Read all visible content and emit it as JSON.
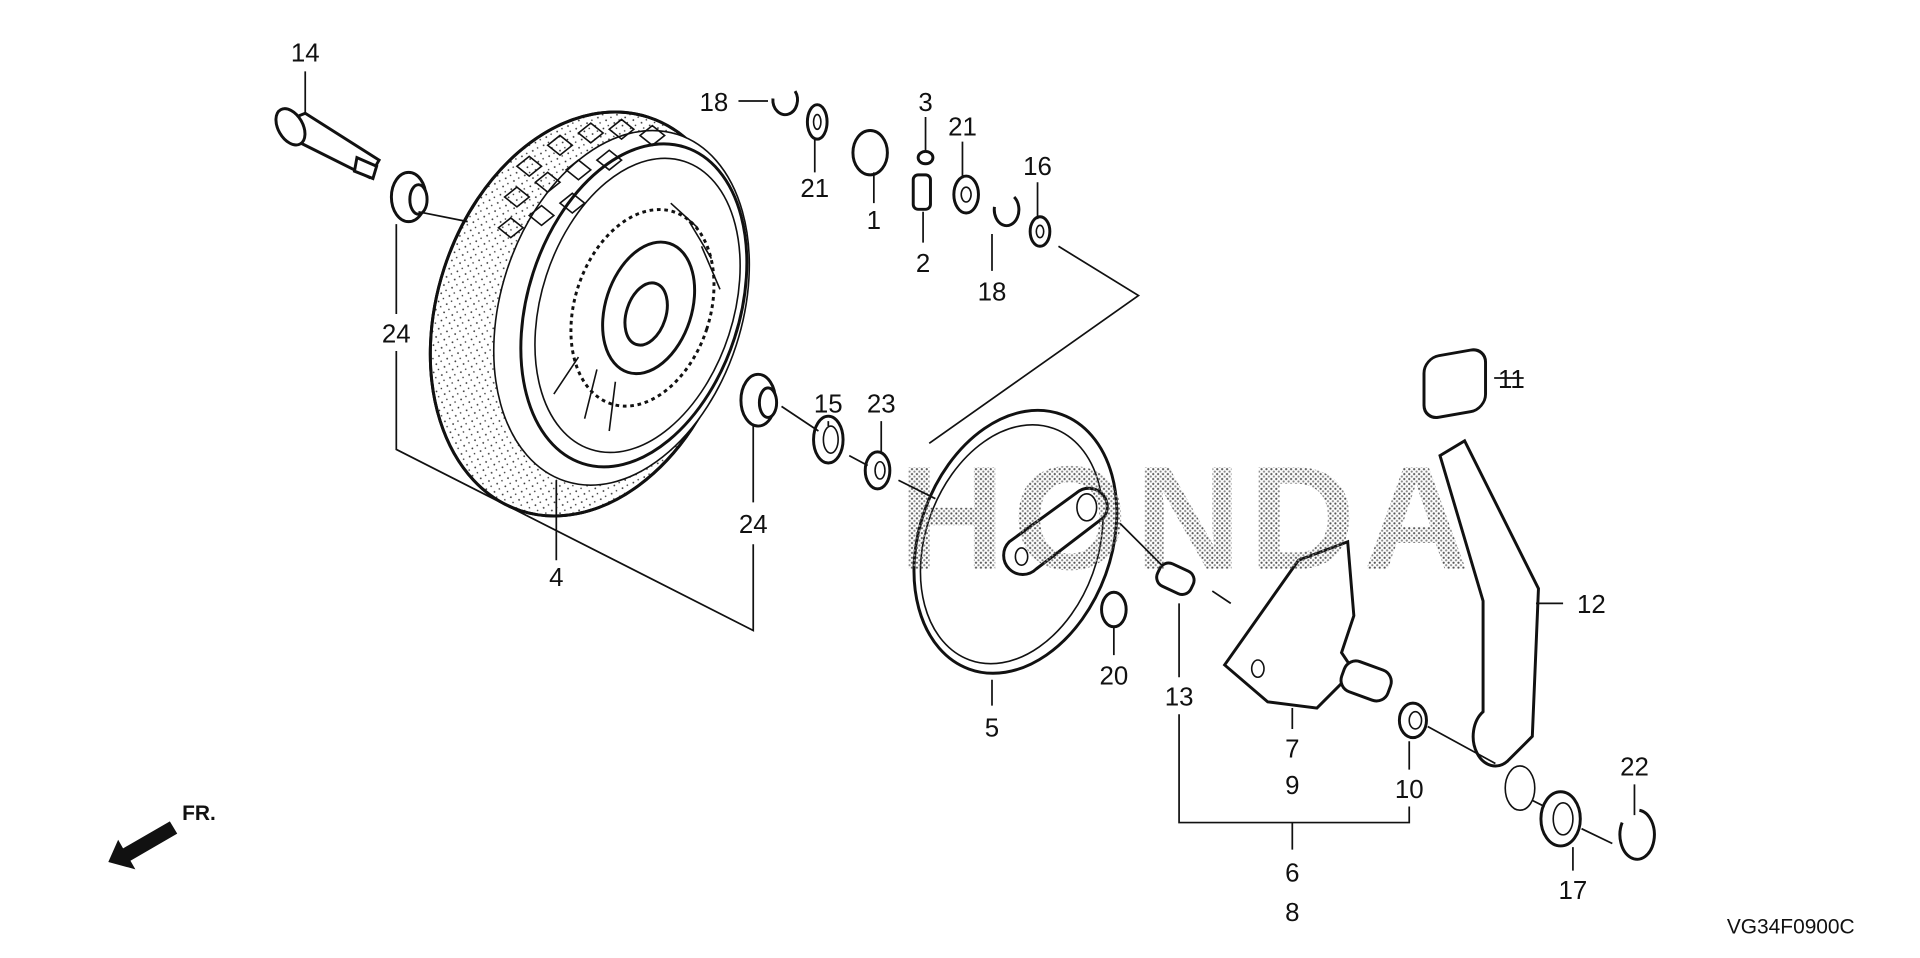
{
  "diagram": {
    "watermark": "HONDA",
    "front_indicator": "FR.",
    "diagram_code": "VG34F0900C",
    "callouts": {
      "c1": "1",
      "c2": "2",
      "c3": "3",
      "c4": "4",
      "c5": "5",
      "c6": "6",
      "c7": "7",
      "c8": "8",
      "c9": "9",
      "c10": "10",
      "c11": "11",
      "c12": "12",
      "c13": "13",
      "c14": "14",
      "c15": "15",
      "c16": "16",
      "c17": "17",
      "c18a": "18",
      "c18b": "18",
      "c20": "20",
      "c21a": "21",
      "c21b": "21",
      "c22": "22",
      "c23": "23",
      "c24a": "24",
      "c24b": "24"
    }
  }
}
